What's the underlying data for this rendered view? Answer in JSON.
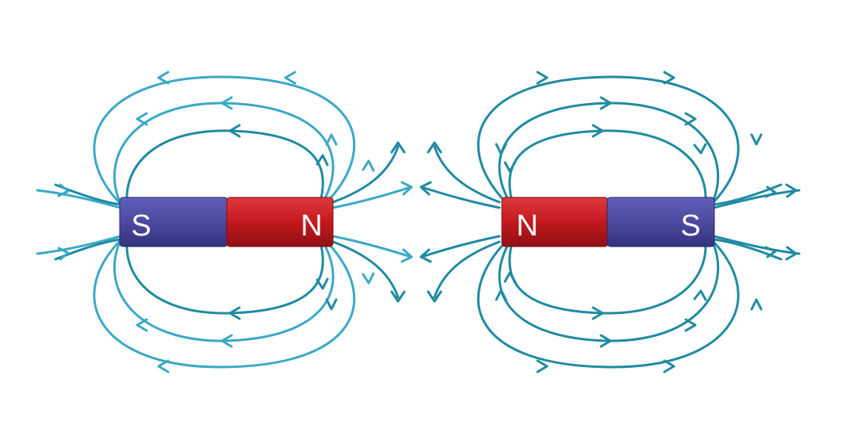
{
  "magnets": [
    {
      "left_pole": {
        "label": "S",
        "color": "#4b4aa0"
      },
      "right_pole": {
        "label": "N",
        "color": "#c4191e"
      }
    },
    {
      "left_pole": {
        "label": "N",
        "color": "#c4191e"
      },
      "right_pole": {
        "label": "S",
        "color": "#4b4aa0"
      }
    }
  ],
  "field_line_colors": {
    "dark": "#1f8ba2",
    "light": "#3aa9c5"
  }
}
